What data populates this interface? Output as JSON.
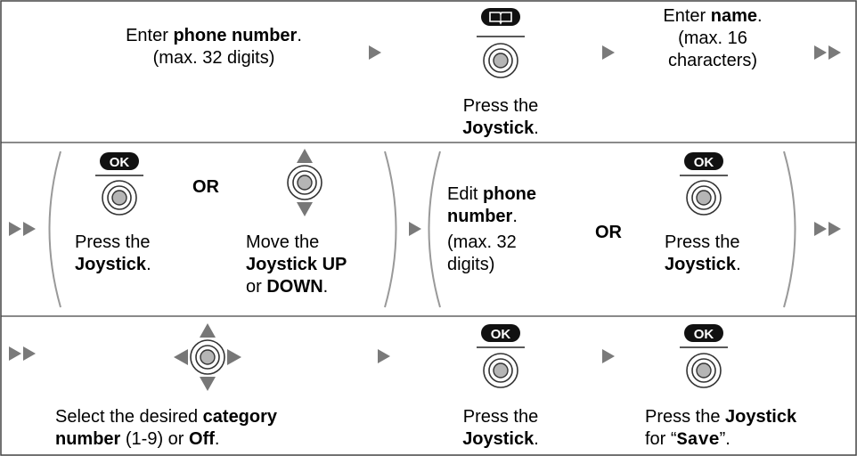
{
  "colors": {
    "border": "#444444",
    "arrow": "#7a7a7a",
    "paren": "#999999",
    "icon": "#333333",
    "key_bg": "#111111",
    "key_text": "#ffffff"
  },
  "icons": [
    "arrow-right-icon",
    "double-arrow-right-icon",
    "phonebook-key-icon",
    "ok-key-icon",
    "joystick-icon",
    "joystick-updown-icon",
    "joystick-4way-icon",
    "parenthesis-icon"
  ],
  "ok_key_label": "OK",
  "row1": {
    "step1": {
      "line1_prefix": "Enter ",
      "line1_bold": "phone number",
      "line1_suffix": ".",
      "line2": "(max. 32 digits)"
    },
    "step2": {
      "line1": "Press the",
      "line2_bold": "Joystick",
      "line2_suffix": "."
    },
    "step3": {
      "line1_prefix": "Enter ",
      "line1_bold": "name",
      "line1_suffix": ".",
      "line2": "(max. 16",
      "line3": "characters)"
    }
  },
  "row2": {
    "or_label": "OR",
    "a": {
      "line1": "Press the",
      "line2_bold": "Joystick",
      "line2_suffix": "."
    },
    "b": {
      "line1": "Move the",
      "line2_bold": "Joystick UP",
      "line3_prefix": "or ",
      "line3_bold": "DOWN",
      "line3_suffix": "."
    },
    "c": {
      "line1": "Edit ",
      "line1_bold": "phone",
      "line2_bold": "number",
      "line2_suffix": ".",
      "line3": "(max. 32",
      "line4": "digits)"
    },
    "d": {
      "line1": "Press the",
      "line2_bold": "Joystick",
      "line2_suffix": "."
    }
  },
  "row3": {
    "select": {
      "line1_prefix": "Select the desired ",
      "line1_bold": "category",
      "line2_bold": "number",
      "line2_mid": " (1-9) or ",
      "line2_bold2": "Off",
      "line2_suffix": "."
    },
    "press": {
      "line1": "Press the",
      "line2_bold": "Joystick",
      "line2_suffix": "."
    },
    "save": {
      "line1_prefix": "Press the ",
      "line1_bold": "Joystick",
      "line2_prefix": "for “",
      "line2_mono": "Save",
      "line2_suffix": "”."
    }
  }
}
